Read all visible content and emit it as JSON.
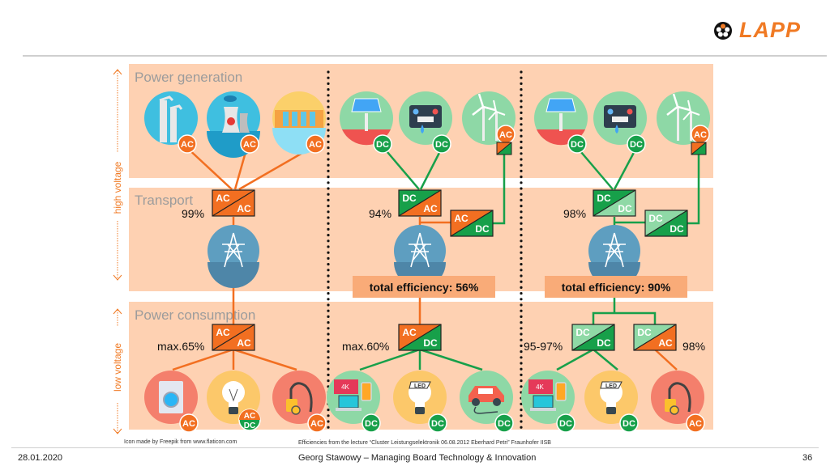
{
  "header": {
    "logo_text": "LAPP",
    "brand_color": "#f07a24"
  },
  "axis": {
    "high_voltage": "high voltage",
    "low_voltage": "low voltage"
  },
  "bands": {
    "generation": "Power generation",
    "transport": "Transport",
    "consumption": "Power consumption"
  },
  "colors": {
    "ac": "#f26f21",
    "dc": "#17a04a",
    "dc_light": "#8fd9a6",
    "band": "#fed1b2",
    "total_box": "#f9ab78"
  },
  "scenarios": [
    {
      "name": "ac-grid",
      "generators": [
        {
          "icon": "power-plant-chimneys-icon",
          "tag": "AC"
        },
        {
          "icon": "nuclear-plant-icon",
          "tag": "AC"
        },
        {
          "icon": "hydro-dam-icon",
          "tag": "AC"
        }
      ],
      "transport_converter": {
        "top": "AC",
        "bottom": "AC",
        "efficiency": "99%"
      },
      "consumption_converter": {
        "top": "AC",
        "bottom": "AC",
        "efficiency": "max.65%"
      },
      "consumers": [
        {
          "icon": "washing-machine-icon",
          "tag": "AC"
        },
        {
          "icon": "light-bulb-icon",
          "tag": "AC",
          "tag2": "DC"
        },
        {
          "icon": "vacuum-cleaner-icon",
          "tag": "AC"
        }
      ]
    },
    {
      "name": "mixed-grid",
      "generators": [
        {
          "icon": "solar-panel-icon",
          "tag": "DC"
        },
        {
          "icon": "battery-icon",
          "tag": "DC"
        },
        {
          "icon": "wind-turbine-icon",
          "tag": "AC"
        }
      ],
      "transport_converter": {
        "top": "DC",
        "bottom": "AC",
        "efficiency": "94%"
      },
      "wind_converter": {
        "top": "AC",
        "bottom": "DC"
      },
      "total_efficiency": "total efficiency: 56%",
      "consumption_converter": {
        "top": "AC",
        "bottom": "DC",
        "efficiency": "max.60%"
      },
      "consumers": [
        {
          "icon": "electronics-devices-icon",
          "tag": "DC",
          "label": "4K"
        },
        {
          "icon": "led-bulb-icon",
          "tag": "DC",
          "label": "LED"
        },
        {
          "icon": "electric-car-icon",
          "tag": "DC"
        }
      ]
    },
    {
      "name": "dc-grid",
      "generators": [
        {
          "icon": "solar-panel-icon",
          "tag": "DC"
        },
        {
          "icon": "battery-icon",
          "tag": "DC"
        },
        {
          "icon": "wind-turbine-icon",
          "tag": "AC"
        }
      ],
      "transport_converter": {
        "top": "DC",
        "bottom": "DC",
        "efficiency": "98%"
      },
      "wind_converter": {
        "top": "DC",
        "bottom": "DC"
      },
      "total_efficiency": "total efficiency: 90%",
      "consumption_converter_left": {
        "top": "DC",
        "bottom": "DC",
        "efficiency": "95-97%"
      },
      "consumption_converter_right": {
        "top": "DC",
        "bottom": "AC",
        "efficiency": "98%"
      },
      "consumers": [
        {
          "icon": "electronics-devices-icon",
          "tag": "DC",
          "label": "4K"
        },
        {
          "icon": "led-bulb-icon",
          "tag": "DC",
          "label": "LED"
        },
        {
          "icon": "vacuum-cleaner-icon",
          "tag": "AC"
        }
      ]
    }
  ],
  "credits": {
    "icons": "Icon made by Freepik from www.flaticon.com",
    "efficiencies": "Efficiencies from the lecture “Cluster Leistungselektronik 06.08.2012 Eberhard Petri”  Fraunhofer IISB"
  },
  "footer": {
    "date": "28.01.2020",
    "presenter": "Georg Stawowy – Managing Board Technology & Innovation",
    "page": "36"
  }
}
